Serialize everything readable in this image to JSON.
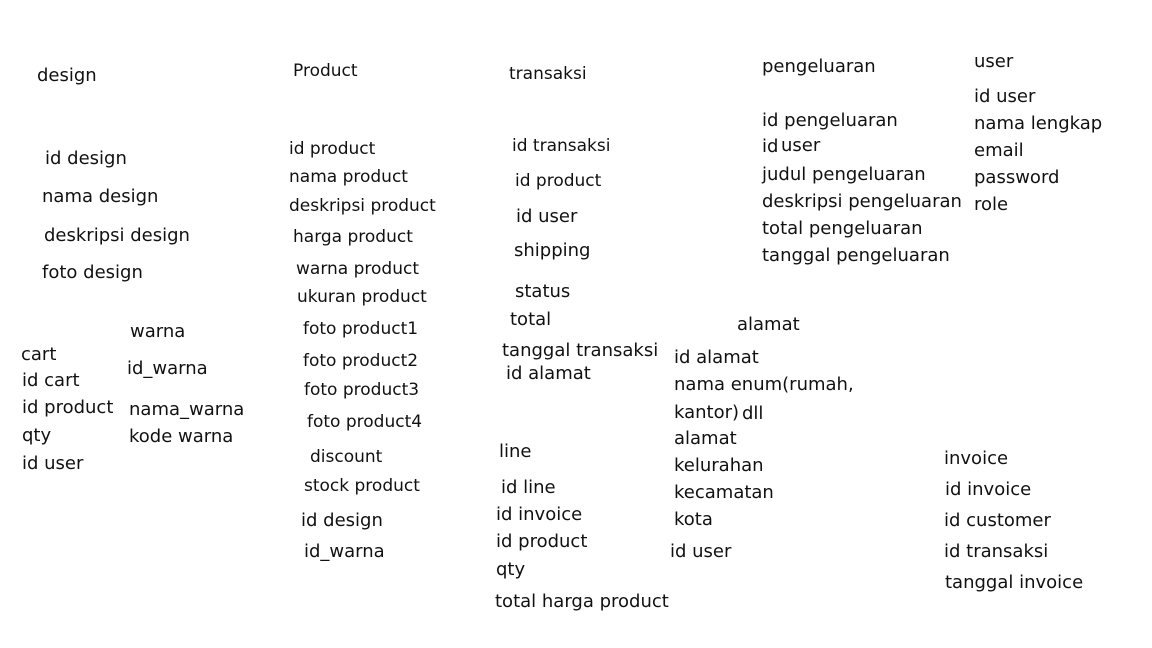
{
  "design": {
    "title": "design",
    "fields": [
      "id design",
      "nama design",
      "deskripsi design",
      "foto design"
    ]
  },
  "product": {
    "title": "Product",
    "fields": [
      "id product",
      "nama product",
      "deskripsi product",
      "harga product",
      "warna product",
      "ukuran product",
      "foto product1",
      "foto product2",
      "foto product3",
      "foto product4",
      "discount",
      "stock product",
      "id design",
      "id_warna"
    ]
  },
  "transaksi": {
    "title": "transaksi",
    "fields": [
      "id transaksi",
      "id product",
      "id user",
      "shipping",
      "status",
      "total",
      "tanggal transaksi",
      "id alamat"
    ]
  },
  "pengeluaran": {
    "title": "pengeluaran",
    "fields": [
      "id pengeluaran",
      "user",
      "judul pengeluaran",
      "deskripsi pengeluaran",
      "total pengeluaran",
      "tanggal pengeluaran"
    ],
    "id_prefix": "id"
  },
  "user": {
    "title": "user",
    "fields": [
      "id user",
      "nama lengkap",
      "email",
      "password",
      "role"
    ]
  },
  "cart": {
    "title": "cart",
    "fields": [
      "id cart",
      "id product",
      "qty",
      "id user"
    ]
  },
  "warna": {
    "title": "warna",
    "fields": [
      "id_warna",
      "nama_warna",
      "kode warna"
    ]
  },
  "alamat": {
    "title": "alamat",
    "fields": [
      "id alamat",
      "nama enum(rumah,",
      "kantor)",
      "alamat",
      "kelurahan",
      "kecamatan",
      "kota",
      "id user"
    ],
    "dll": "dll"
  },
  "line": {
    "title": "line",
    "fields": [
      "id line",
      "id invoice",
      "id product",
      "qty",
      "total harga product"
    ]
  },
  "invoice": {
    "title": "invoice",
    "fields": [
      "id invoice",
      "id customer",
      "id transaksi",
      "tanggal invoice"
    ]
  }
}
